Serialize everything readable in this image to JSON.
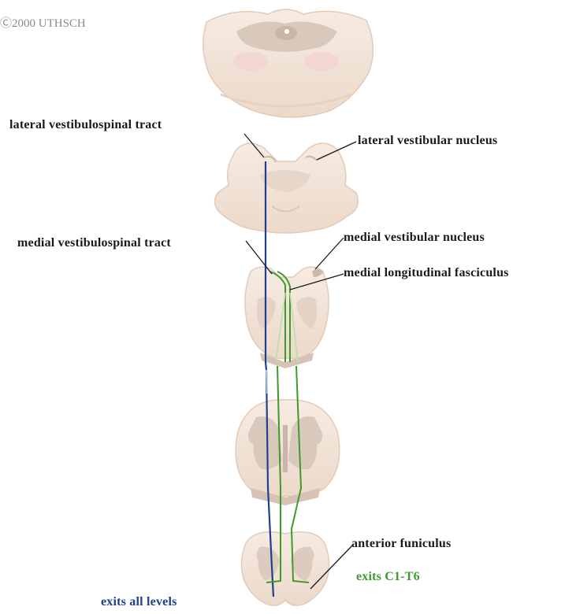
{
  "copyright": "Ⓒ2000 UTHSCH",
  "labels": {
    "lateral_tract": "lateral vestibulospinal tract",
    "lateral_nucleus": "lateral vestibular nucleus",
    "medial_tract": "medial vestibulospinal tract",
    "medial_nucleus": "medial vestibular nucleus",
    "mlf": "medial longitudinal fasciculus",
    "anterior_funiculus": "anterior funiculus",
    "exits_c1_t6": "exits C1-T6",
    "exits_all": "exits all levels"
  },
  "colors": {
    "tissue": "#f3e4d8",
    "tissue_edge": "#e2cbb9",
    "gray_matter": "#d9c8bc",
    "lateral_tract_line": "#1f3f8f",
    "medial_tract_line": "#3f9a2a",
    "leader": "#1a1a1a"
  }
}
